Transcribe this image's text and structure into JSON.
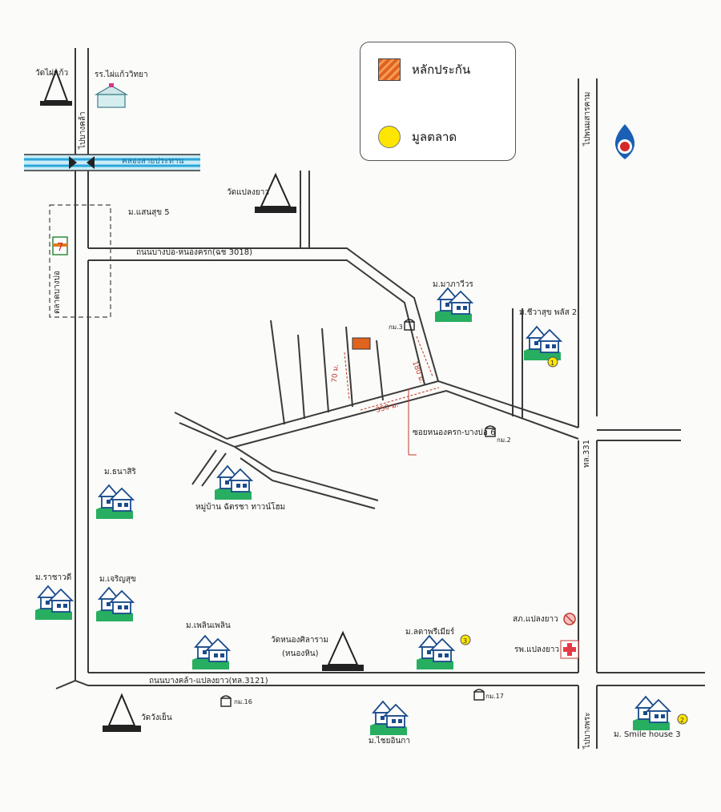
{
  "legend": {
    "collateral_label": "หลักประกัน",
    "market_value_label": "มูลตลาด",
    "collateral_color": "#e0641e",
    "market_value_color": "#ffe600"
  },
  "roads": {
    "bang_bo_nong_khrok": "ถนนบางบ่อ-หนองครก(ฉช 3018)",
    "bang_khla_plaeng_yao": "ถนนบางคล้า-แปลงยาว(ทล.3121)",
    "to_bang_khla_north": "ไปบางคล้า",
    "to_phanom_sarakham": "ไปพนมสารคาม",
    "to_bang_phra": "ไปบางพระ",
    "highway_331": "ทล.331",
    "soi_nong_khrok": "ซอยหนองครก-บางบ่อ 6",
    "canal": "คลองสายประทาน"
  },
  "distances": {
    "seg_350": "350 ม.",
    "seg_180": "180 ม.",
    "seg_70": "70 ม."
  },
  "places": {
    "wat_phai_kaeo": "วัดไผ่แก้ว",
    "school": "รร.ไผ่แก้ววิทยา",
    "wat_plaeng_yao": "วัดแปลงยาว",
    "moo_saensuk": "ม.แสนสุข 5",
    "market": "ตลาดบางบ่อ",
    "moo_makavee": "ม.มาภาวีวร",
    "moo_chiwasuk": "ม.ชีวาสุข พลัส 2",
    "km3": "กม.3",
    "km2": "กม.2",
    "km16": "กม.16",
    "km17": "กม.17",
    "village_changcha": "หมู่บ้าน ฉัตรชา ทาวน์โฮม",
    "moo_thanasiri": "ม.ธนาสิริ",
    "moo_rachawadi": "ม.ราชาวดี",
    "moo_charoensuk": "ม.เจริญสุข",
    "moo_phoenphoen": "ม.เพลินเพลิน",
    "wat_nong_sila": "วัดหนองศิลาราม",
    "wat_nong_sila_sub": "(หนองหิน)",
    "moo_ladprao": "ม.ลดาพรีเมียร์",
    "police": "สภ.แปลงยาว",
    "hospital": "รพ.แปลงยาว",
    "wat_wang_yen": "วัดวังเย็น",
    "moo_chaiyan": "ม.ไชยอินกา",
    "moo_smile": "ม. Smile house 3",
    "seven_eleven": "7"
  },
  "markers": {
    "marker_1": "1",
    "marker_2": "2",
    "marker_3": "3"
  }
}
